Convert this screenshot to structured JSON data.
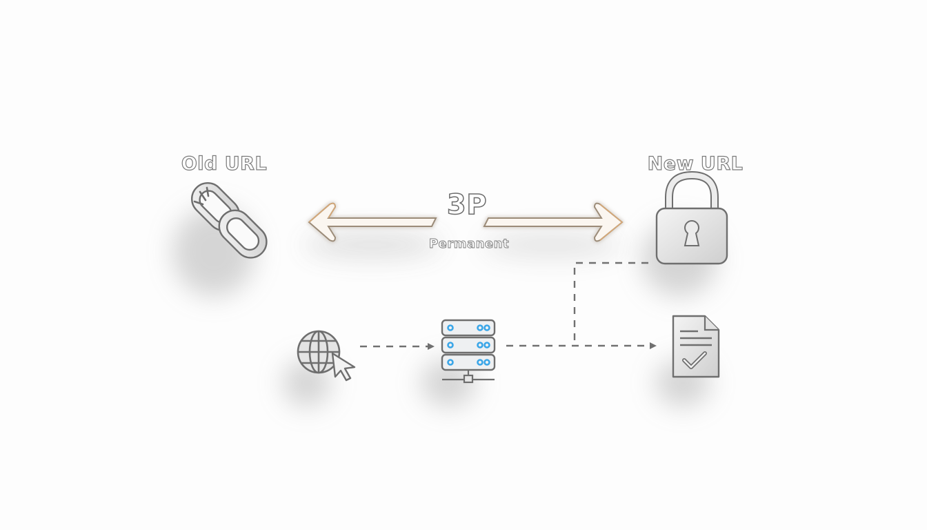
{
  "diagram": {
    "title_old": "Old URL",
    "title_new": "New URL",
    "redirect_code": "3P",
    "redirect_caption": "Permanent",
    "nodes": [
      {
        "id": "old-url",
        "icon": "broken-link-icon",
        "label": "Old URL"
      },
      {
        "id": "new-url",
        "icon": "lock-icon",
        "label": "New URL"
      },
      {
        "id": "browser",
        "icon": "globe-cursor-icon"
      },
      {
        "id": "server",
        "icon": "server-rack-icon"
      },
      {
        "id": "document",
        "icon": "document-check-icon"
      }
    ],
    "edges": [
      {
        "from": "old-url",
        "to": "new-url",
        "style": "double-arrow",
        "label": "3P Permanent"
      },
      {
        "from": "browser",
        "to": "server",
        "style": "dashed-arrow"
      },
      {
        "from": "server",
        "to": "document",
        "style": "dashed-arrow"
      },
      {
        "from": "new-url",
        "to": "document",
        "style": "dashed-elbow"
      }
    ],
    "colors": {
      "background": "#fdfdfd",
      "outline": "#6e6e6e",
      "arrow_glow": "#e8b074",
      "server_led": "#3aa6e8",
      "dash": "#707070"
    }
  }
}
